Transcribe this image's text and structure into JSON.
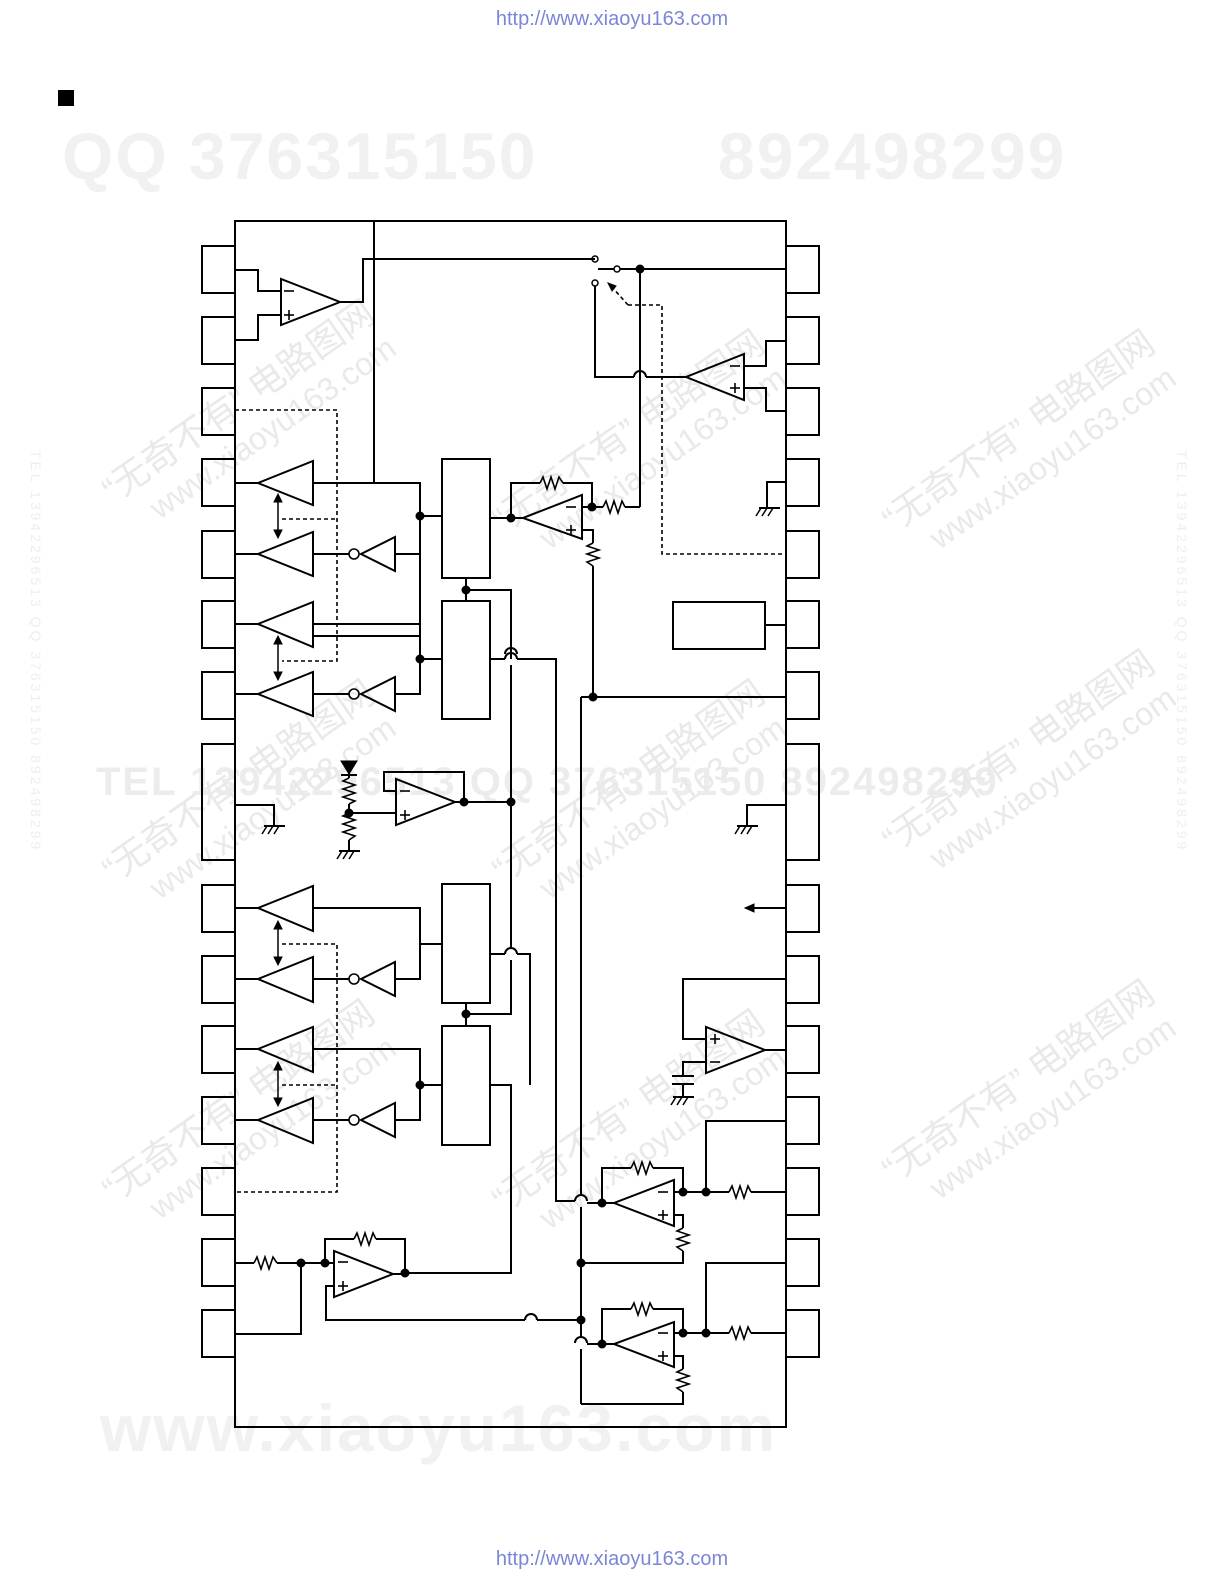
{
  "header": {
    "url": "http://www.xiaoyu163.com"
  },
  "footer": {
    "url": "http://www.xiaoyu163.com"
  },
  "watermark": {
    "qq": "QQ 376315150",
    "qq2": "892498299",
    "site": "www.xiaoyu163.com",
    "diagonal_cn": "“无奇不有” 电路图网",
    "diagonal_url": "www.xiaoyu163.com",
    "band": "TEL 13942296513   QQ 376315150   892498299",
    "side": "TEL 13942296513  QQ 376315150  892498299"
  },
  "colors": {
    "ink": "#000000",
    "link": "#7b86d6",
    "watermark": "#eeeeee"
  }
}
